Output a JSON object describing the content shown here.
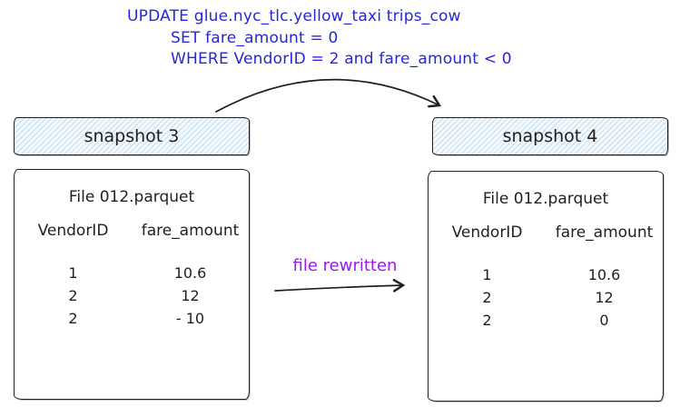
{
  "sql": {
    "line1": "UPDATE glue.nyc_tlc.yellow_taxi trips_cow",
    "line2": "SET fare_amount = 0",
    "line3": "WHERE VendorID = 2 and fare_amount < 0"
  },
  "arrow_label": "file rewritten",
  "left": {
    "snapshot_label": "snapshot 3",
    "file": {
      "title": "File 012.parquet",
      "columns": [
        "VendorID",
        "fare_amount"
      ],
      "rows": [
        [
          "1",
          "10.6"
        ],
        [
          "2",
          "12"
        ],
        [
          "2",
          "- 10"
        ]
      ]
    }
  },
  "right": {
    "snapshot_label": "snapshot 4",
    "file": {
      "title": "File 012.parquet",
      "columns": [
        "VendorID",
        "fare_amount"
      ],
      "rows": [
        [
          "1",
          "10.6"
        ],
        [
          "2",
          "12"
        ],
        [
          "2",
          "0"
        ]
      ]
    }
  },
  "colors": {
    "sql_text": "#2727d8",
    "annotation_text": "#9b19ea",
    "stroke": "#1f1f1f",
    "snapshot_hatch": "#c3dcf2",
    "snapshot_background": "#f4f9fd"
  }
}
